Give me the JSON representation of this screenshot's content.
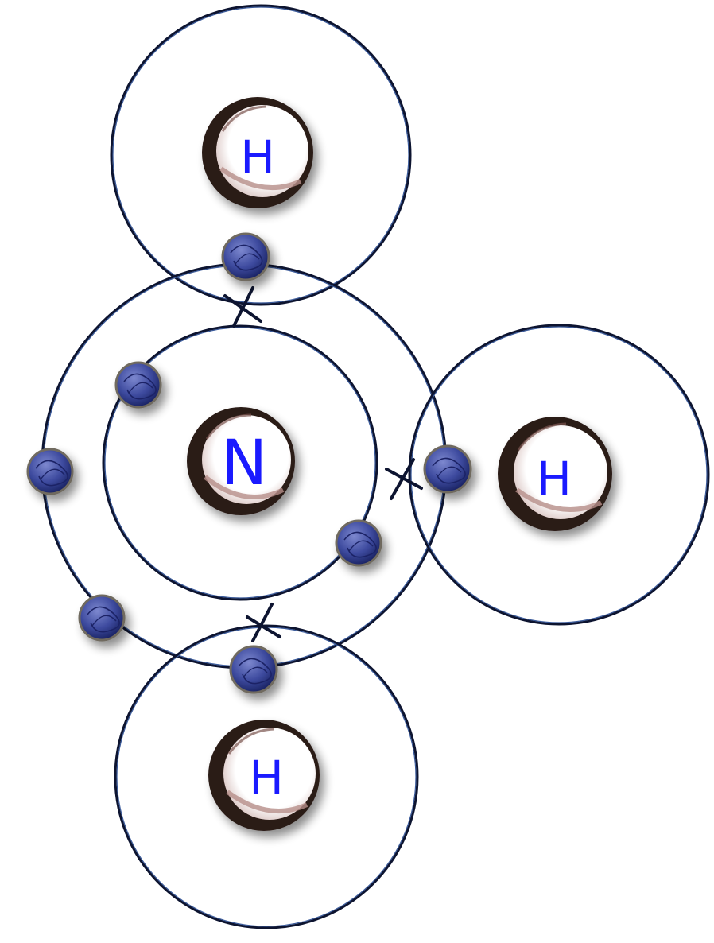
{
  "diagram": {
    "molecule": "ammonia",
    "colors": {
      "shell_stroke": "#0d1430",
      "shell_stroke_highlight": "#3a5a9a",
      "electron_fill": "#3d4a9e",
      "electron_scribble": "#1a2466",
      "nucleus_ring": "#2b1a16",
      "nucleus_inner": "#b78e8a",
      "label_color": "#1a1aff",
      "bond_mark": "#0d1430"
    },
    "atoms": [
      {
        "id": "nitrogen",
        "label": "N"
      },
      {
        "id": "hydrogen-top",
        "label": "H"
      },
      {
        "id": "hydrogen-right",
        "label": "H"
      },
      {
        "id": "hydrogen-bottom",
        "label": "H"
      }
    ],
    "shells": [
      {
        "id": "nitrogen-inner-shell"
      },
      {
        "id": "nitrogen-outer-shell"
      },
      {
        "id": "hydrogen-top-shell"
      },
      {
        "id": "hydrogen-right-shell"
      },
      {
        "id": "hydrogen-bottom-shell"
      }
    ],
    "electrons": [
      {
        "id": "electron-top-shared",
        "symbol": "dot"
      },
      {
        "id": "electron-inner-upper-left",
        "symbol": "dot"
      },
      {
        "id": "electron-outer-left",
        "symbol": "dot"
      },
      {
        "id": "electron-right-shared",
        "symbol": "dot"
      },
      {
        "id": "electron-inner-lower-right",
        "symbol": "dot"
      },
      {
        "id": "electron-outer-lower-left",
        "symbol": "dot"
      },
      {
        "id": "electron-bottom-shared",
        "symbol": "dot"
      }
    ],
    "bond_marks": [
      {
        "id": "cross-top",
        "symbol": "x"
      },
      {
        "id": "cross-right",
        "symbol": "x"
      },
      {
        "id": "cross-bottom",
        "symbol": "x"
      }
    ]
  }
}
